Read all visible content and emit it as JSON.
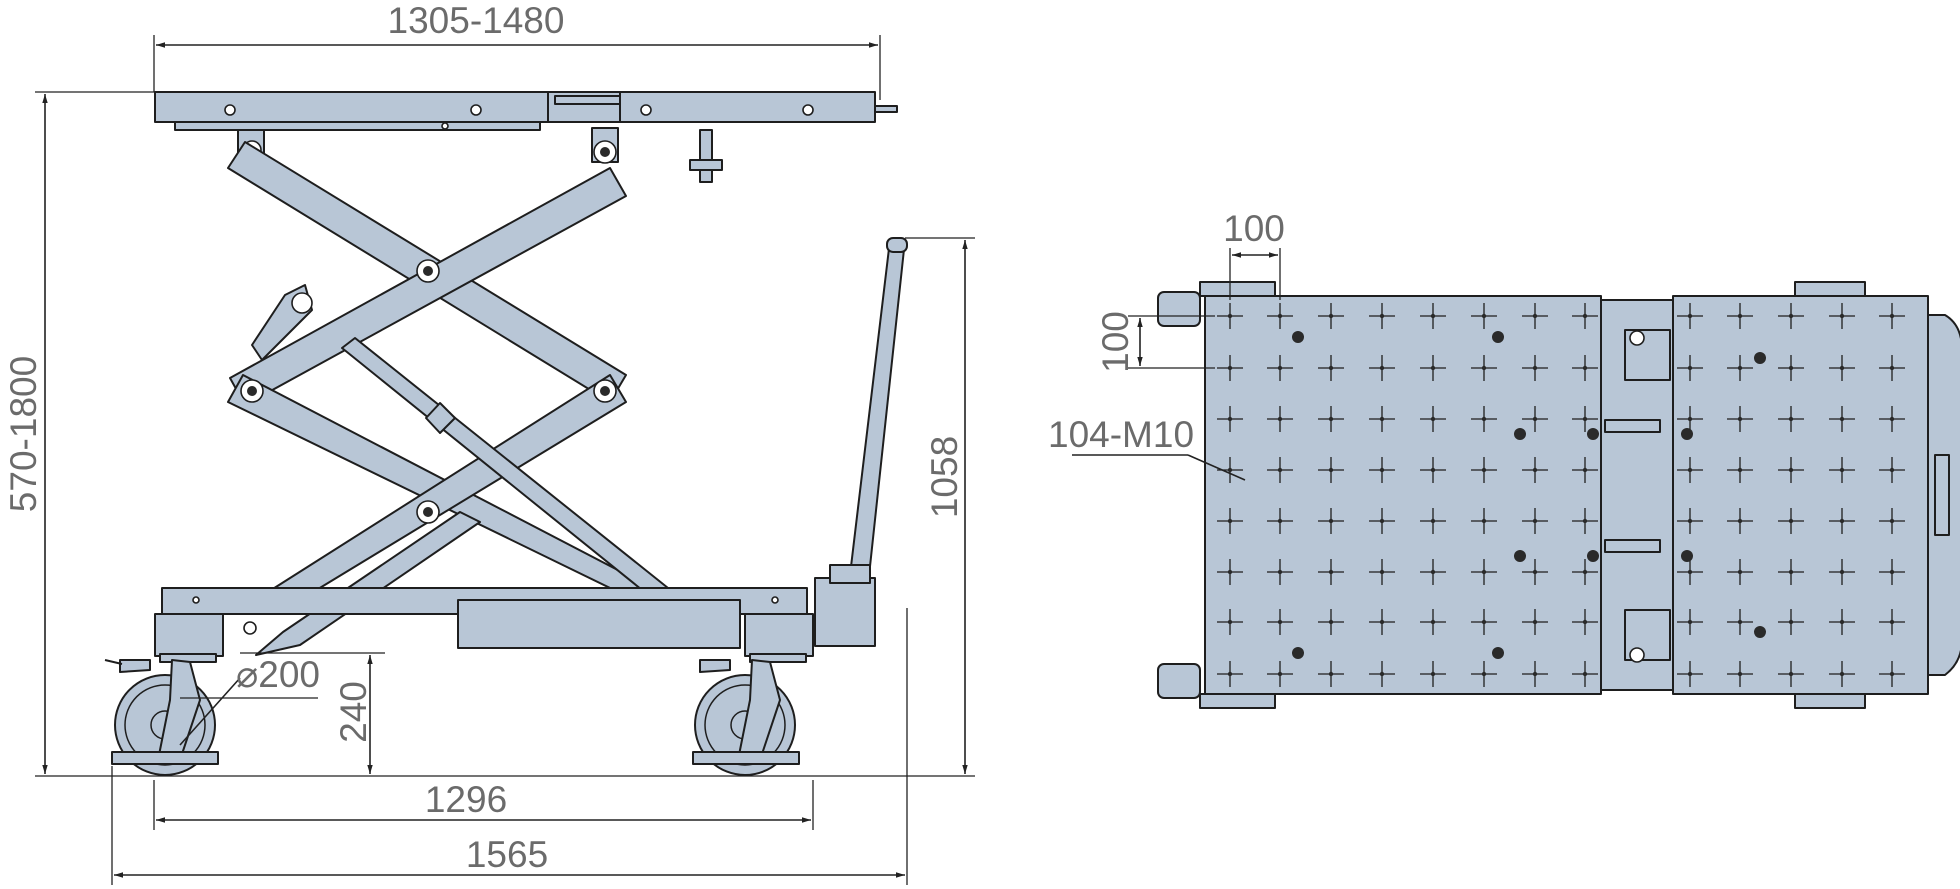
{
  "side_view": {
    "dims": {
      "table_length": "1305-1480",
      "lift_height": "570-1800",
      "handle_height": "1058",
      "wheel_diameter": "⌀200",
      "deck_height": "240",
      "wheelbase": "1296",
      "overall_length": "1565"
    }
  },
  "top_view": {
    "dims": {
      "hole_spacing_x": "100",
      "hole_spacing_y": "100",
      "holes": "104-M10"
    }
  },
  "colors": {
    "part_fill": "#b8c6d6",
    "outline": "#1e1e1e",
    "dimension_text": "#6b6b6b"
  }
}
